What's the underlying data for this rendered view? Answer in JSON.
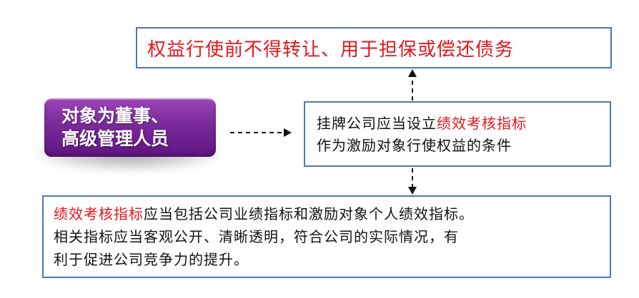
{
  "top_box": {
    "text": "权益行使前不得转让、用于担保或偿还债务"
  },
  "subject": {
    "line1": "对象为董事、",
    "line2": "高级管理人员"
  },
  "mid_box": {
    "line1_before": "挂牌公司应当设立",
    "line1_highlight": "绩效考核指标",
    "line2": "作为激励对象行使权益的条件"
  },
  "bottom_box": {
    "highlight": "绩效考核指标",
    "line1_rest": "应当包括公司业绩指标和激励对象个人绩效指标。",
    "line2": "相关指标应当客观公开、清晰透明，符合公司的实际情况，有",
    "line3": "利于促进公司竞争力的提升。"
  },
  "colors": {
    "highlight": "#e8151d",
    "box_border": "#4a78b8",
    "badge": "#7a2a99",
    "arrow": "#111111"
  }
}
